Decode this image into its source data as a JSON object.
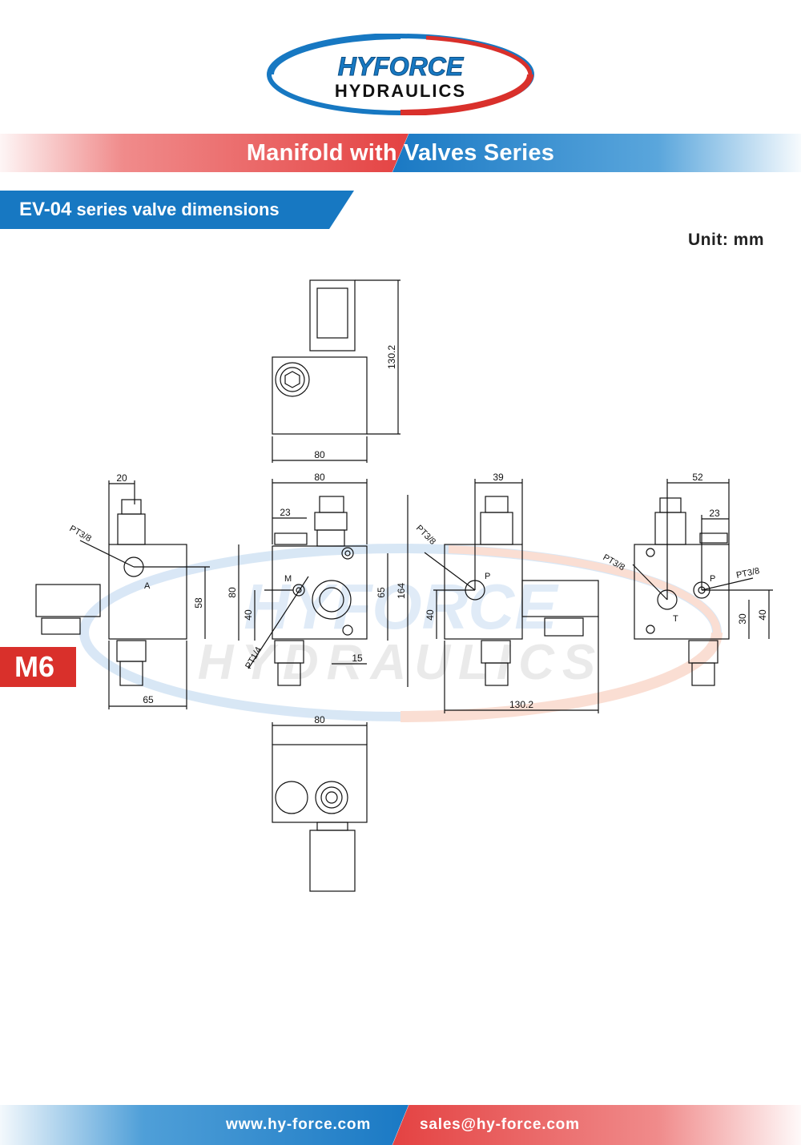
{
  "logo": {
    "line1": "HYFORCE",
    "line2": "HYDRAULICS"
  },
  "banner": {
    "title": "Manifold with Valves Series"
  },
  "section": {
    "title_prefix": "EV-04",
    "title_rest": "series valve dimensions"
  },
  "unit": "Unit: mm",
  "model_badge": "M6",
  "watermark": {
    "line1": "HYFORCE",
    "line2": "HYDRAULICS"
  },
  "drawing": {
    "dims": {
      "top_height": "130.2",
      "top_width": "80",
      "front_width": "80",
      "front_23": "23",
      "front_80": "80",
      "front_40": "40",
      "front_65": "65",
      "front_164": "164",
      "front_15": "15",
      "left_20": "20",
      "left_58": "58",
      "left_65": "65",
      "right_39": "39",
      "right_40": "40",
      "right_130_2": "130.2",
      "back_52": "52",
      "back_23": "23",
      "back_30": "30",
      "back_40": "40",
      "bottom_80": "80"
    },
    "labels": {
      "left_port": "PT3/8",
      "left_a": "A",
      "front_m": "M",
      "front_pt14": "PT1/4",
      "right_port": "PT3/8",
      "right_p": "P",
      "back_port1": "PT3/8",
      "back_port2": "PT3/8",
      "back_p": "P",
      "back_t": "T"
    }
  },
  "footer": {
    "website": "www.hy-force.com",
    "email": "sales@hy-force.com"
  },
  "colors": {
    "brand_red": "#d9302b",
    "brand_blue": "#1778c2"
  }
}
